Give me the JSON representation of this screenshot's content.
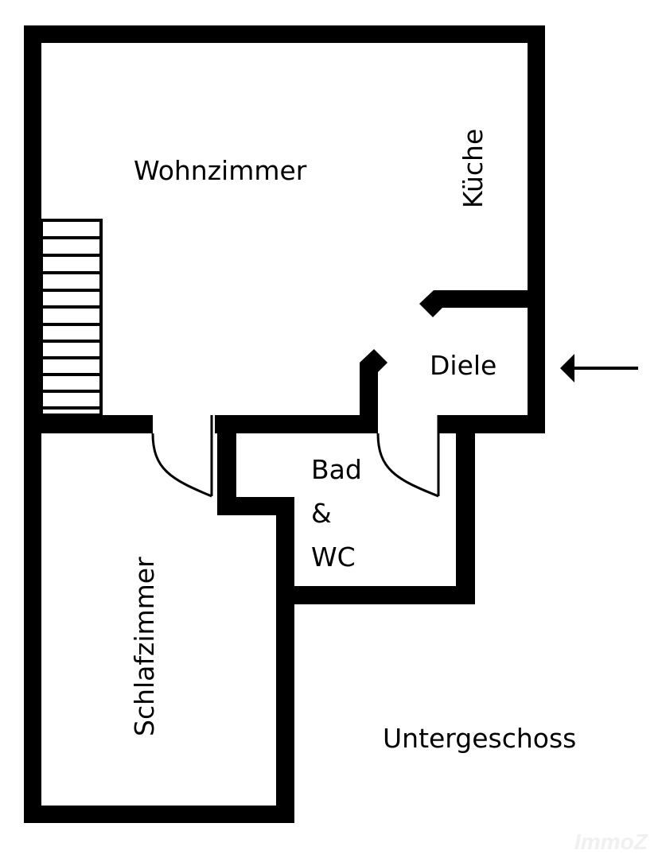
{
  "title": "Floor plan",
  "rooms": {
    "wohnzimmer": "Wohnzimmer",
    "kueche": "Küche",
    "diele": "Diele",
    "bad_line1": "Bad",
    "bad_line2": "&",
    "bad_line3": "WC",
    "schlafzimmer": "Schlafzimmer",
    "untergeschoss": "Untergeschoss"
  },
  "entrance_arrow": "arrow-left-icon",
  "watermark": "ImmoZ",
  "colors": {
    "wall": "#000000",
    "background": "#ffffff"
  }
}
